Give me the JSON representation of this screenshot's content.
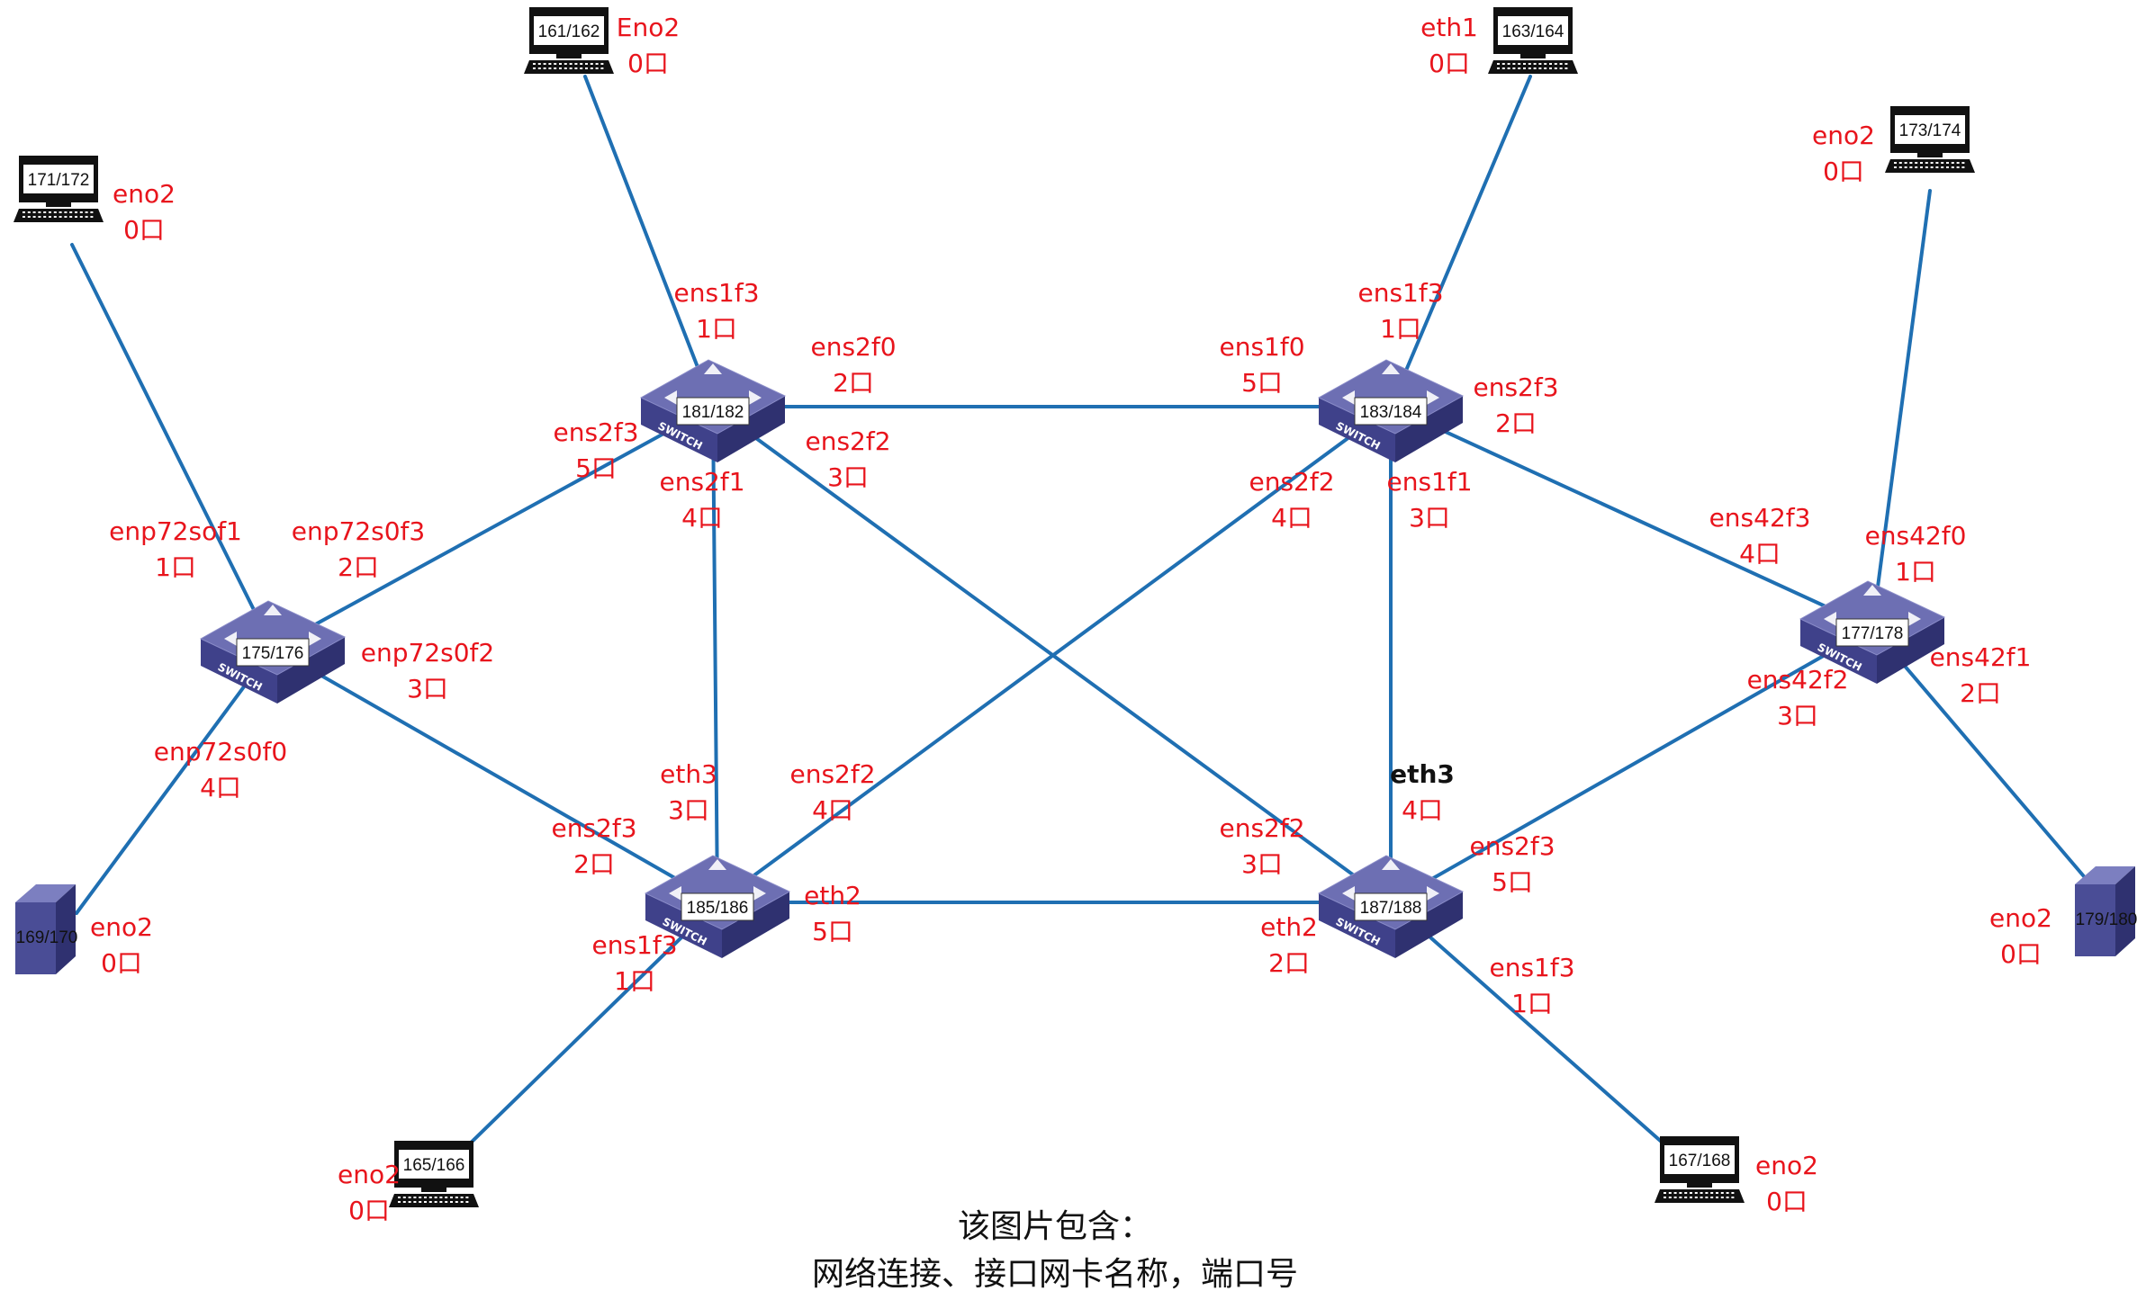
{
  "colors": {
    "link": "#1f6fb2",
    "label": "#e8141c",
    "switch_top": "#6d6fb3",
    "switch_side": "#3f418a",
    "device_dark": "#111111",
    "server": "#4a4d96"
  },
  "nodes": [
    {
      "id": "n181",
      "kind": "switch",
      "label": "181/182",
      "sublabel": "SWITCH",
      "icon": "switch-icon"
    },
    {
      "id": "n183",
      "kind": "switch",
      "label": "183/184",
      "sublabel": "SWITCH",
      "icon": "switch-icon"
    },
    {
      "id": "n175",
      "kind": "switch",
      "label": "175/176",
      "sublabel": "SWITCH",
      "icon": "switch-icon"
    },
    {
      "id": "n177",
      "kind": "switch",
      "label": "177/178",
      "sublabel": "SWITCH",
      "icon": "switch-icon"
    },
    {
      "id": "n185",
      "kind": "switch",
      "label": "185/186",
      "sublabel": "SWITCH",
      "icon": "switch-icon"
    },
    {
      "id": "n187",
      "kind": "switch",
      "label": "187/188",
      "sublabel": "SWITCH",
      "icon": "switch-icon"
    },
    {
      "id": "h161",
      "kind": "host",
      "label": "161/162",
      "icon": "terminal-icon"
    },
    {
      "id": "h163",
      "kind": "host",
      "label": "163/164",
      "icon": "terminal-icon"
    },
    {
      "id": "h171",
      "kind": "host",
      "label": "171/172",
      "icon": "terminal-icon"
    },
    {
      "id": "h173",
      "kind": "host",
      "label": "173/174",
      "icon": "terminal-icon"
    },
    {
      "id": "h165",
      "kind": "host",
      "label": "165/166",
      "icon": "terminal-icon"
    },
    {
      "id": "h167",
      "kind": "host",
      "label": "167/168",
      "icon": "terminal-icon"
    },
    {
      "id": "s169",
      "kind": "server",
      "label": "169/170",
      "icon": "server-icon"
    },
    {
      "id": "s179",
      "kind": "server",
      "label": "179/180",
      "icon": "server-icon"
    }
  ],
  "links": [
    {
      "from": "h161",
      "to": "n181"
    },
    {
      "from": "h163",
      "to": "n183"
    },
    {
      "from": "h171",
      "to": "n175"
    },
    {
      "from": "h173",
      "to": "n177"
    },
    {
      "from": "h165",
      "to": "n185"
    },
    {
      "from": "h167",
      "to": "n187"
    },
    {
      "from": "s169",
      "to": "n175"
    },
    {
      "from": "s179",
      "to": "n177"
    },
    {
      "from": "n181",
      "to": "n183"
    },
    {
      "from": "n181",
      "to": "n175"
    },
    {
      "from": "n181",
      "to": "n185"
    },
    {
      "from": "n181",
      "to": "n187"
    },
    {
      "from": "n183",
      "to": "n185"
    },
    {
      "from": "n183",
      "to": "n187"
    },
    {
      "from": "n183",
      "to": "n177"
    },
    {
      "from": "n175",
      "to": "n185"
    },
    {
      "from": "n177",
      "to": "n187"
    },
    {
      "from": "n185",
      "to": "n187"
    }
  ],
  "port_labels": [
    {
      "lines": [
        "Eno2",
        "0口"
      ]
    },
    {
      "lines": [
        "eth1",
        "0口"
      ]
    },
    {
      "lines": [
        "eno2",
        "0口"
      ]
    },
    {
      "lines": [
        "eno2",
        "0口"
      ]
    },
    {
      "lines": [
        "ens1f3",
        "1口"
      ]
    },
    {
      "lines": [
        "ens2f0",
        "2口"
      ]
    },
    {
      "lines": [
        "ens1f0",
        "5口"
      ]
    },
    {
      "lines": [
        "ens1f3",
        "1口"
      ]
    },
    {
      "lines": [
        "ens2f3",
        "2口"
      ]
    },
    {
      "lines": [
        "ens2f3",
        "5口"
      ]
    },
    {
      "lines": [
        "ens2f1",
        "4口"
      ]
    },
    {
      "lines": [
        "ens2f2",
        "3口"
      ]
    },
    {
      "lines": [
        "ens2f2",
        "4口"
      ]
    },
    {
      "lines": [
        "ens1f1",
        "3口"
      ]
    },
    {
      "lines": [
        "ens42f3",
        "4口"
      ]
    },
    {
      "lines": [
        "ens42f0",
        "1口"
      ]
    },
    {
      "lines": [
        "enp72sof1",
        "1口"
      ]
    },
    {
      "lines": [
        "enp72s0f3",
        "2口"
      ]
    },
    {
      "lines": [
        "enp72s0f2",
        "3口"
      ]
    },
    {
      "lines": [
        "ens42f1",
        "2口"
      ]
    },
    {
      "lines": [
        "ens42f2",
        "3口"
      ]
    },
    {
      "lines": [
        "enp72s0f0",
        "4口"
      ]
    },
    {
      "lines": [
        "eth3",
        "3口"
      ]
    },
    {
      "lines": [
        "ens2f2",
        "4口"
      ]
    },
    {
      "lines": [
        "eth3",
        "4口"
      ],
      "bold_first": true
    },
    {
      "lines": [
        "ens2f3",
        "2口"
      ]
    },
    {
      "lines": [
        "ens2f2",
        "3口"
      ]
    },
    {
      "lines": [
        "ens2f3",
        "5口"
      ]
    },
    {
      "lines": [
        "eno2",
        "0口"
      ]
    },
    {
      "lines": [
        "eth2",
        "5口"
      ]
    },
    {
      "lines": [
        "eth2",
        "2口"
      ]
    },
    {
      "lines": [
        "ens1f3",
        "1口"
      ]
    },
    {
      "lines": [
        "ens1f3",
        "1口"
      ]
    },
    {
      "lines": [
        "eno2",
        "0口"
      ]
    },
    {
      "lines": [
        "eno2",
        "0口"
      ]
    },
    {
      "lines": [
        "eno2",
        "0口"
      ]
    }
  ],
  "caption": {
    "line1": "该图片包含：",
    "line2": "网络连接、接口网卡名称，端口号"
  }
}
